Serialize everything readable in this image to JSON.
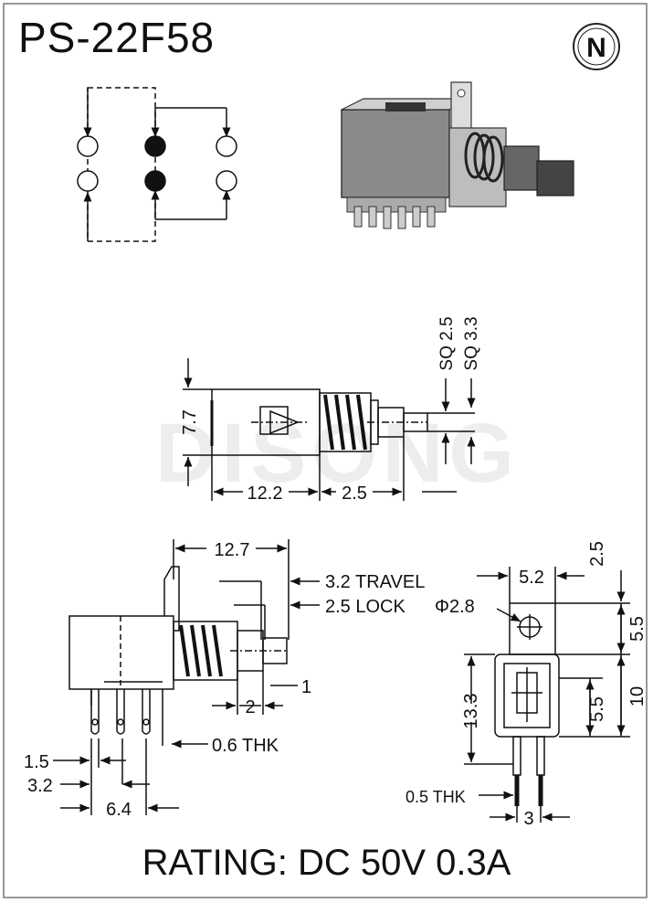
{
  "title": "PS-22F58",
  "rating": "RATING: DC 50V 0.3A",
  "watermark": "DISONG",
  "brand_mark": "N",
  "dims": {
    "sq25": "SQ 2.5",
    "sq33": "SQ 3.3",
    "h77": "7.7",
    "w122": "12.2",
    "w25a": "2.5",
    "w127": "12.7",
    "travel": "3.2 TRAVEL",
    "lock": "2.5 LOCK",
    "d1": "1",
    "d2": "2",
    "thk06": "0.6 THK",
    "p15": "1.5",
    "p32": "3.2",
    "p64": "6.4",
    "w52": "5.2",
    "v25": "2.5",
    "phi28": "Φ2.8",
    "v55a": "5.5",
    "v133": "13.3",
    "v55b": "5.5",
    "v10": "10",
    "thk05": "0.5 THK",
    "w3": "3"
  },
  "colors": {
    "ink": "#111111",
    "border": "#777777"
  }
}
